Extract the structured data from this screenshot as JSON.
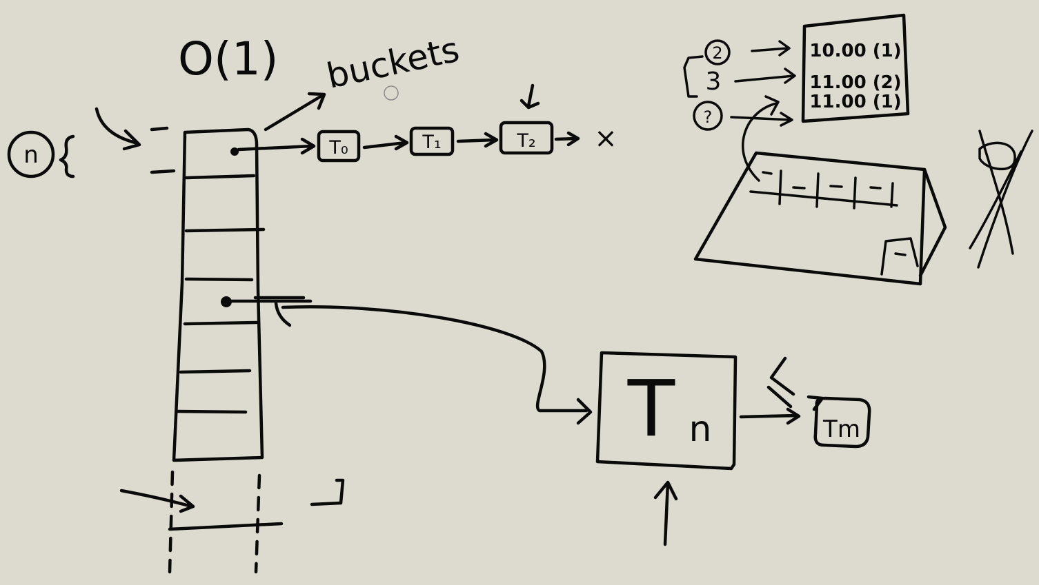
{
  "whiteboard": {
    "complexity_label": "O(1)",
    "buckets_label": "buckets",
    "size_label": "n",
    "chain_nodes": [
      "T₀",
      "T₁",
      "T₂"
    ],
    "chain_terminator": "×",
    "big_node": {
      "letter": "T",
      "subscript": "n"
    },
    "next_node": "Tm",
    "schedule": {
      "left_markers": [
        "2",
        "3",
        "?"
      ],
      "entries": [
        "10.00 (1)",
        "11.00 (2)",
        "11.00 (1)"
      ]
    }
  }
}
